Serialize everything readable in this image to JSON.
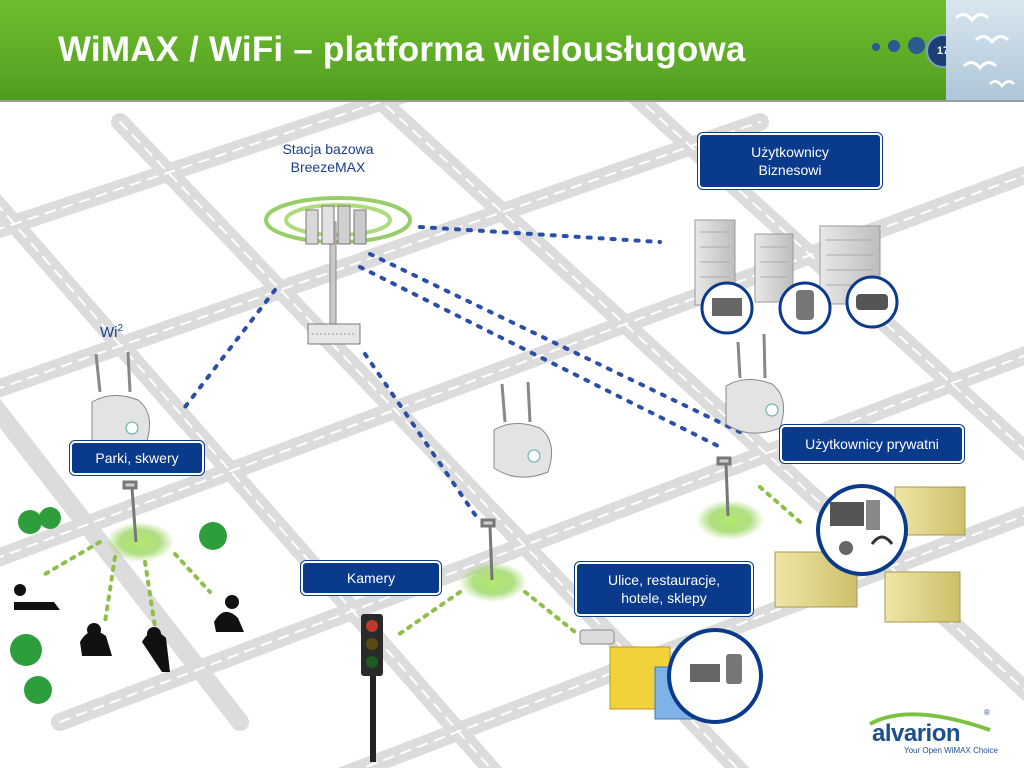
{
  "header": {
    "title": "WiMAX / WiFi – platforma wielousługowa",
    "page_number": "17"
  },
  "labels": {
    "base_station_line1": "Stacja bazowa",
    "base_station_line2": "BreezeMAX",
    "wi2_text": "Wi",
    "wi2_sup": "2",
    "business_line1": "Użytkownicy",
    "business_line2": "Biznesowi",
    "private_users": "Użytkownicy prywatni",
    "parks": "Parki, skwery",
    "cameras": "Kamery",
    "streets_line1": "Ulice, restauracje,",
    "streets_line2": "hotele, sklepy"
  },
  "logo": {
    "word": "alvarion",
    "tagline": "Your Open WiMAX Choice",
    "registered": "®"
  },
  "colors": {
    "header_green": "#5aa824",
    "label_blue": "#0a3a8c",
    "road_gray": "#d9d9d9",
    "wave_blue": "#2b4fa8",
    "hotspot_green": "#8fd14f"
  }
}
